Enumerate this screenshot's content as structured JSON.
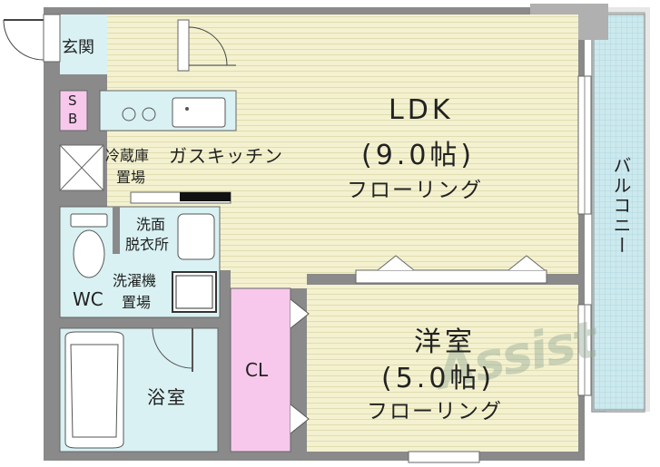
{
  "rooms": {
    "ldk": {
      "name": "LDK",
      "size": "(9.0帖)",
      "floor": "フローリング"
    },
    "western": {
      "name": "洋室",
      "size": "(5.0帖)",
      "floor": "フローリング"
    },
    "entrance": "玄関",
    "shoebox": [
      "S",
      "B"
    ],
    "fridge": [
      "冷蔵庫",
      "置場"
    ],
    "kitchen": "ガスキッチン",
    "washroom": [
      "洗面",
      "脱衣所"
    ],
    "washer": [
      "洗濯機",
      "置場"
    ],
    "wc": "WC",
    "bath": "浴室",
    "closet": "CL",
    "balcony": "バルコニー"
  },
  "watermark": "Assist",
  "colors": {
    "wall": "#707070",
    "floor": "#f2f0cc",
    "floor_stripe": "#e3e0b4",
    "wet_area": "#d9f1f3",
    "closet": "#f7c8ec",
    "balcony": "#c8e8ee",
    "shoebox": "#f7c8ec"
  }
}
